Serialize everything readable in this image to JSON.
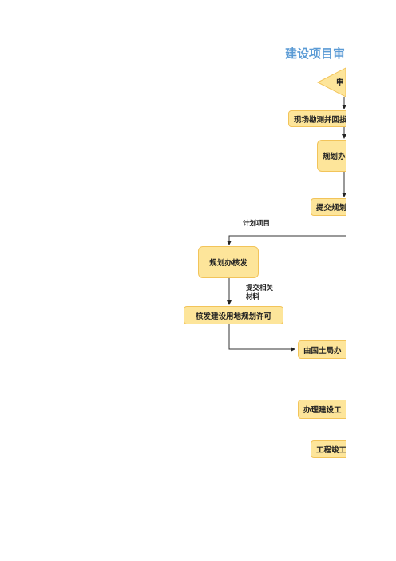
{
  "diagram": {
    "title": "建设项目审",
    "nodes": {
      "apply": "申",
      "survey": "现场勘测并回拔",
      "planning_office_top": "规划办",
      "submit_planning": "提交规划",
      "planning_office_issue": "规划办核发",
      "land_use_permit": "核发建设用地规划许可",
      "land_bureau": "由国土局办",
      "construction_permit": "办理建设工",
      "completion": "工程竣工"
    },
    "edge_labels": {
      "plan_project": "计划项目",
      "submit_materials": "提交相关材料"
    }
  }
}
